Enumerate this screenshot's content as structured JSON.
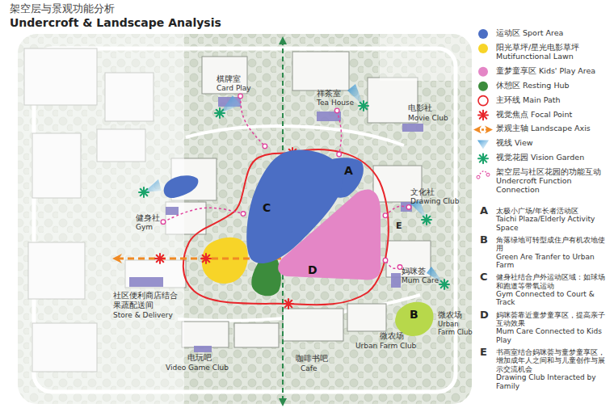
{
  "diagram": {
    "title": "架空层与景观功能分析",
    "nodes": [
      {
        "text": [
          "棋牌室",
          "Card Play"
        ]
      },
      {
        "text": [
          "祥茶室",
          "Tea House"
        ]
      },
      {
        "text": [
          "A"
        ]
      },
      {
        "text": [
          "C"
        ]
      },
      {
        "text": [
          "文化社",
          "Drawing Club"
        ]
      },
      {
        "text": [
          "健身社",
          "Gym"
        ]
      },
      {
        "text": [
          "D"
        ]
      },
      {
        "text": [
          "妈咪荟",
          "Mum Care"
        ]
      },
      {
        "text": [
          "B"
        ]
      }
    ],
    "edges": [
      {
        "from": 0,
        "to": 3,
        "arrow": "none"
      },
      {
        "from": 1,
        "to": 2,
        "arrow": "none"
      },
      {
        "from": 4,
        "to": 6,
        "arrow": "none"
      },
      {
        "from": 5,
        "to": 3,
        "arrow": "none"
      },
      {
        "from": 7,
        "to": 6,
        "arrow": "none"
      }
    ],
    "labels": [
      "Undercroft & Landscape Analysis",
      "电影社",
      "Movie Club",
      "社区便利商店结合果蔬配送间",
      "Store & Delivery",
      "微农场",
      "Urban Farm Club",
      "微农场",
      "Urban Farm Club",
      "咖啡书吧",
      "Cafe",
      "电玩吧",
      "Video Game Club",
      "E",
      "A",
      "太极小广场/年长者活动区",
      "Taichi Plaza/Elderly Activity Space",
      "B",
      "角落绿地可转型成住户有机农地使用",
      "Green Are Tranfer to Urban Farm",
      "C",
      "健身社结合户外运动区域：如球场和跑道等带氧运动",
      "Gym Connected to Court & Track",
      "D",
      "妈咪荟靠近童梦童享区，提高亲子互动效果",
      "Mum Care Connected to Kids Play",
      "E",
      "书画室结合妈咪荟与童梦童享区，增加成年人之间和与儿童创作与展示交流机会",
      "Drawing Club Interacted by Family"
    ],
    "legend": [
      {
        "text": "运动区 Sport Area",
        "color": "#4b6ec4"
      },
      {
        "text": "阳光草坪/星光电影草坪 Mutifunctional Lawn",
        "color": "#f7d428"
      },
      {
        "text": "童梦童享区 Kids' Play Area",
        "color": "#e486c6"
      },
      {
        "text": "休憩区 Resting Hub",
        "color": "#3c8c3c"
      },
      {
        "text": "主环线 Main Path"
      },
      {
        "text": "视觉焦点 Focal Point"
      },
      {
        "text": "景观主轴 Landscape Axis"
      },
      {
        "text": "视线 View"
      },
      {
        "text": "视觉花园 Vision Garden"
      },
      {
        "text": "架空层与社区花园的功能互动 Undercroft Function Connection"
      }
    ]
  }
}
